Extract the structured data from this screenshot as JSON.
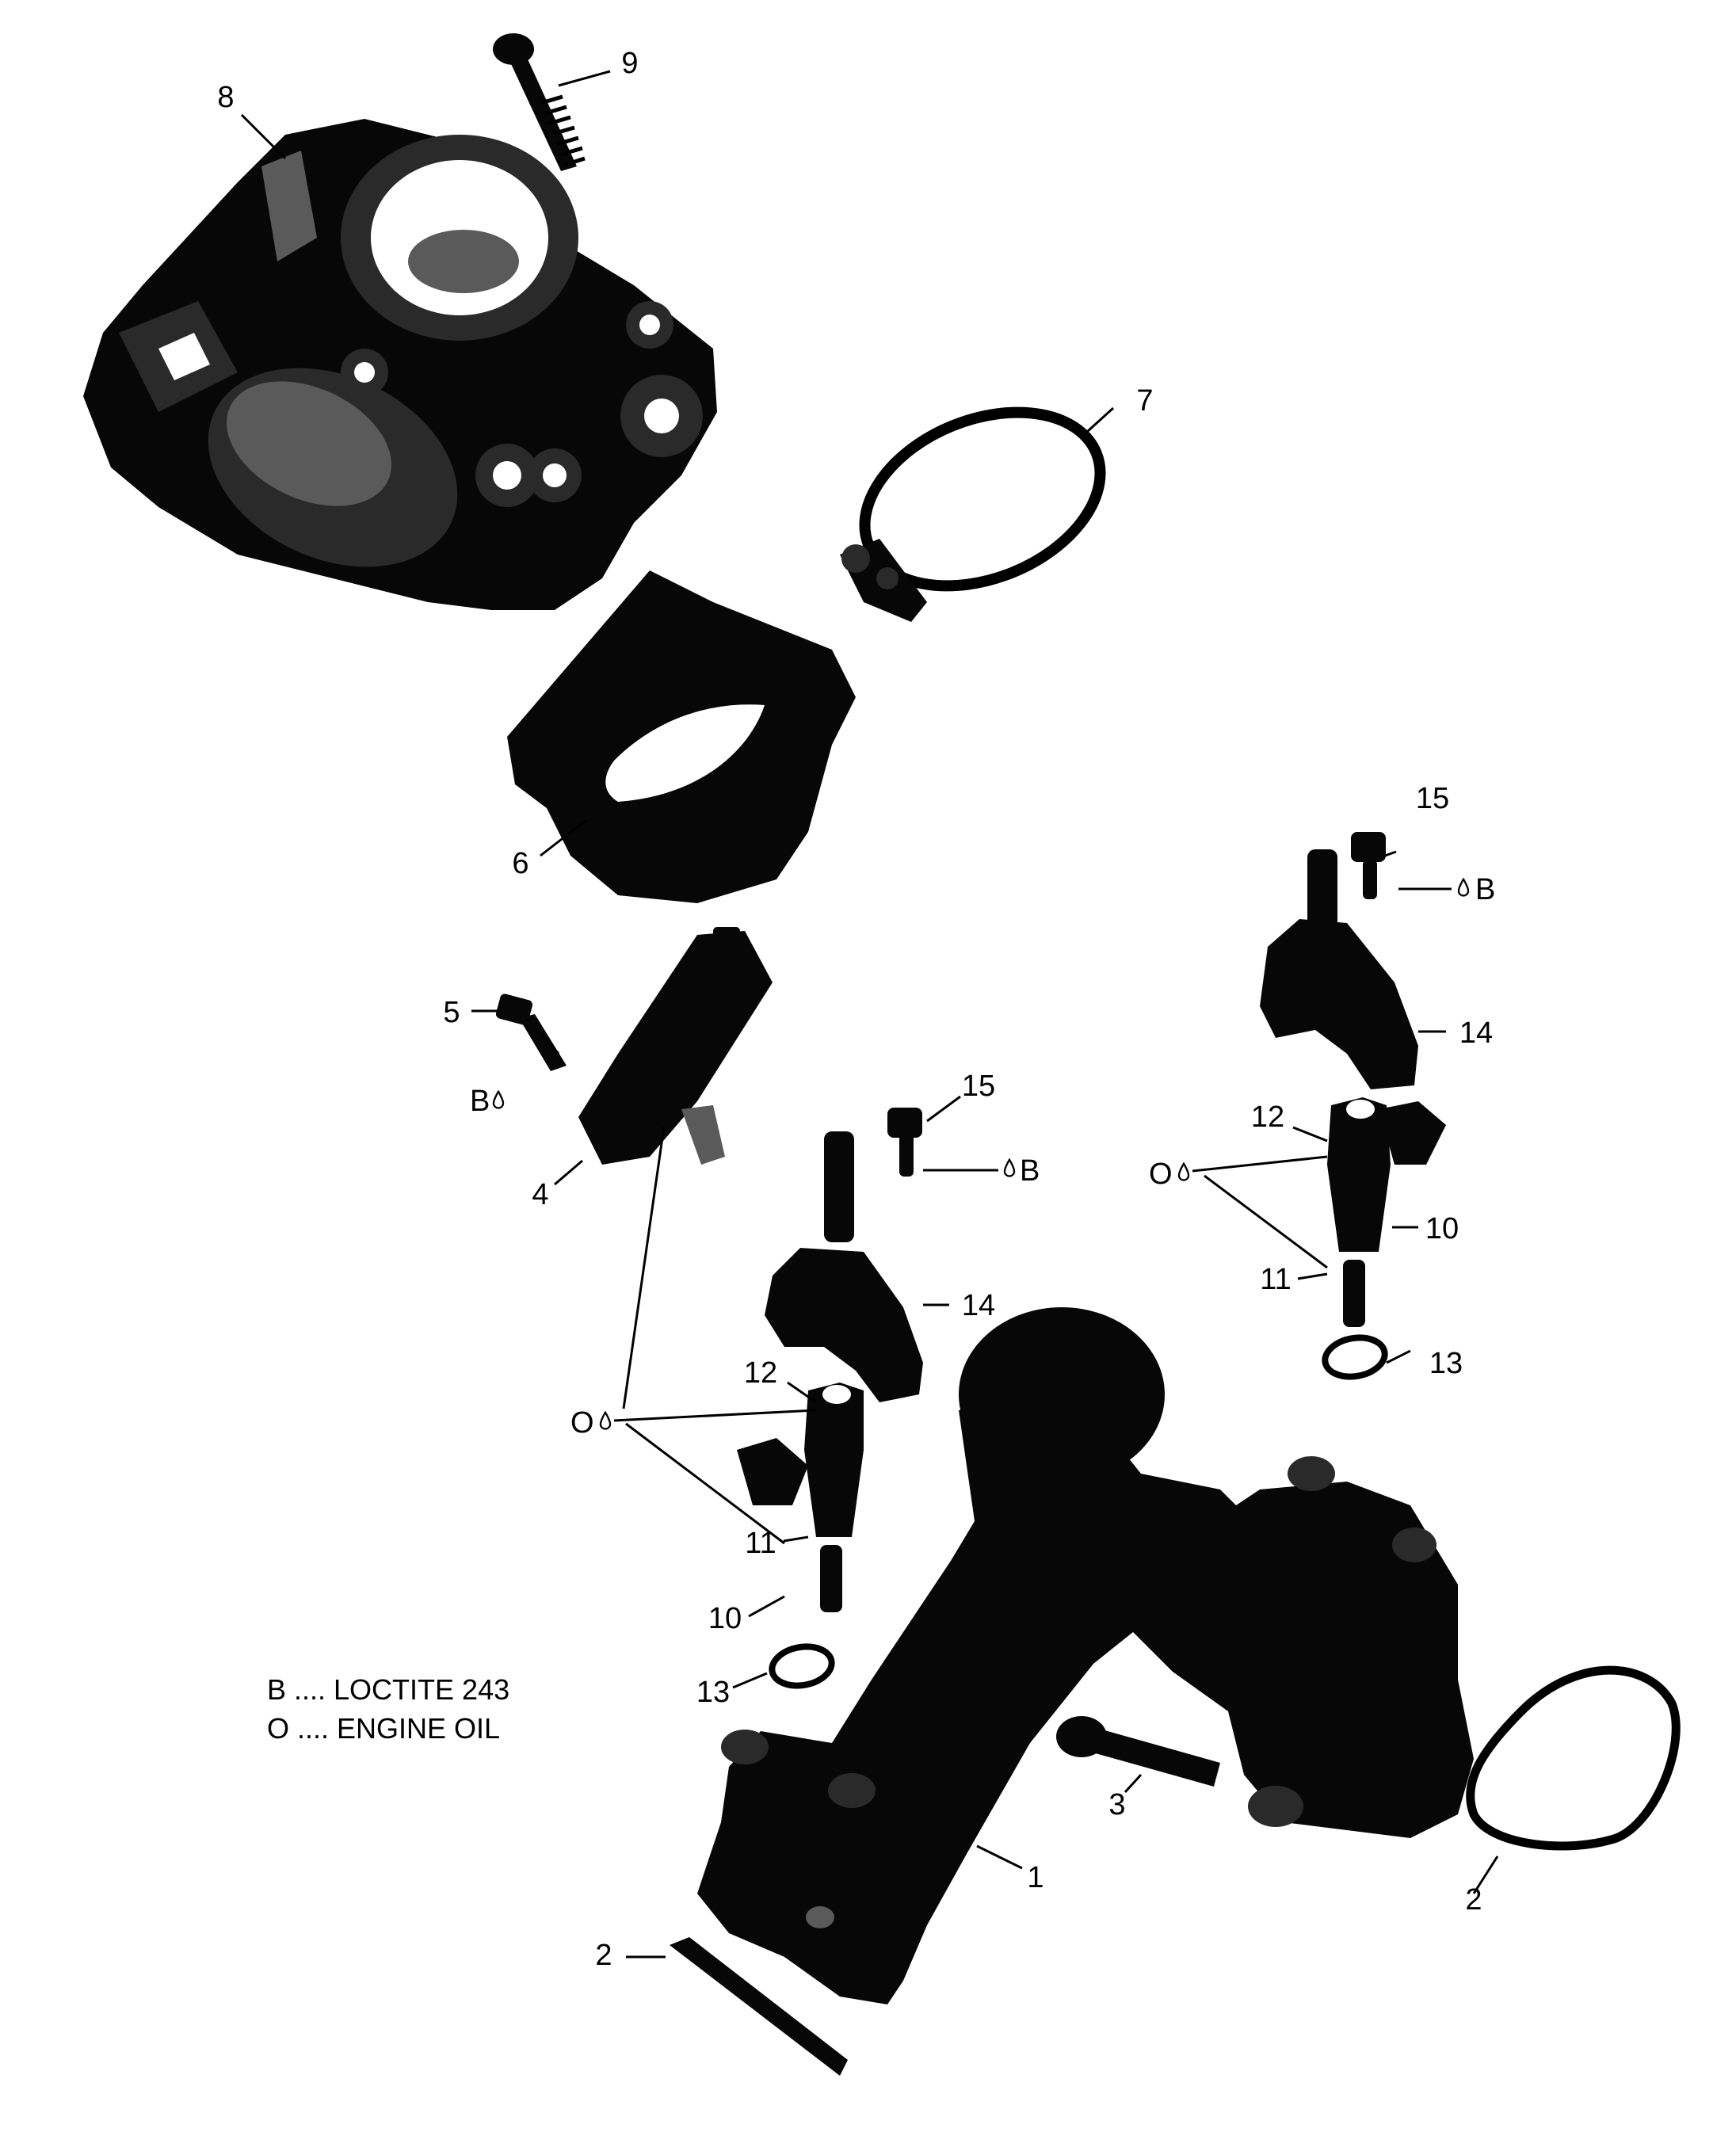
{
  "callouts": [
    {
      "id": "c1",
      "text": "1"
    },
    {
      "id": "c2a",
      "text": "2"
    },
    {
      "id": "c2b",
      "text": "2"
    },
    {
      "id": "c3",
      "text": "3"
    },
    {
      "id": "c4",
      "text": "4"
    },
    {
      "id": "c5",
      "text": "5"
    },
    {
      "id": "c6",
      "text": "6"
    },
    {
      "id": "c7",
      "text": "7"
    },
    {
      "id": "c8",
      "text": "8"
    },
    {
      "id": "c9",
      "text": "9"
    },
    {
      "id": "c10a",
      "text": "10"
    },
    {
      "id": "c10b",
      "text": "10"
    },
    {
      "id": "c11a",
      "text": "11"
    },
    {
      "id": "c11b",
      "text": "11"
    },
    {
      "id": "c12a",
      "text": "12"
    },
    {
      "id": "c12b",
      "text": "12"
    },
    {
      "id": "c13a",
      "text": "13"
    },
    {
      "id": "c13b",
      "text": "13"
    },
    {
      "id": "c14a",
      "text": "14"
    },
    {
      "id": "c14b",
      "text": "14"
    },
    {
      "id": "c15a",
      "text": "15"
    },
    {
      "id": "c15b",
      "text": "15"
    }
  ],
  "symbols": [
    {
      "id": "s-b1",
      "text": "B"
    },
    {
      "id": "s-b2",
      "text": "B"
    },
    {
      "id": "s-b3",
      "text": "B"
    },
    {
      "id": "s-o1",
      "text": "O"
    },
    {
      "id": "s-o2",
      "text": "O"
    }
  ],
  "legend": [
    {
      "code": "B",
      "text": "B .... LOCTITE 243"
    },
    {
      "code": "O",
      "text": "O .... ENGINE OIL"
    }
  ],
  "icons": [
    "drop-icon"
  ]
}
